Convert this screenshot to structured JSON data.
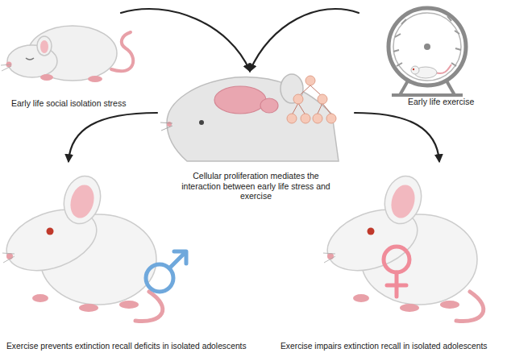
{
  "diagram": {
    "nodes": [
      {
        "text": [
          "Early life social isolation stress"
        ]
      },
      {
        "text": [
          "Early life exercise"
        ]
      },
      {
        "text": [
          "Cellular proliferation mediates the interaction between early life stress and exercise"
        ]
      },
      {
        "text": [
          "Exercise prevents extinction recall deficits in isolated adolescents"
        ]
      },
      {
        "text": [
          "Exercise impairs extinction recall in isolated adolescents"
        ]
      }
    ],
    "edges": [
      {
        "from": 0,
        "to": 2,
        "arrow": "to"
      },
      {
        "from": 1,
        "to": 2,
        "arrow": "to"
      },
      {
        "from": 2,
        "to": 3,
        "arrow": "to"
      },
      {
        "from": 2,
        "to": 4,
        "arrow": "to"
      }
    ]
  }
}
